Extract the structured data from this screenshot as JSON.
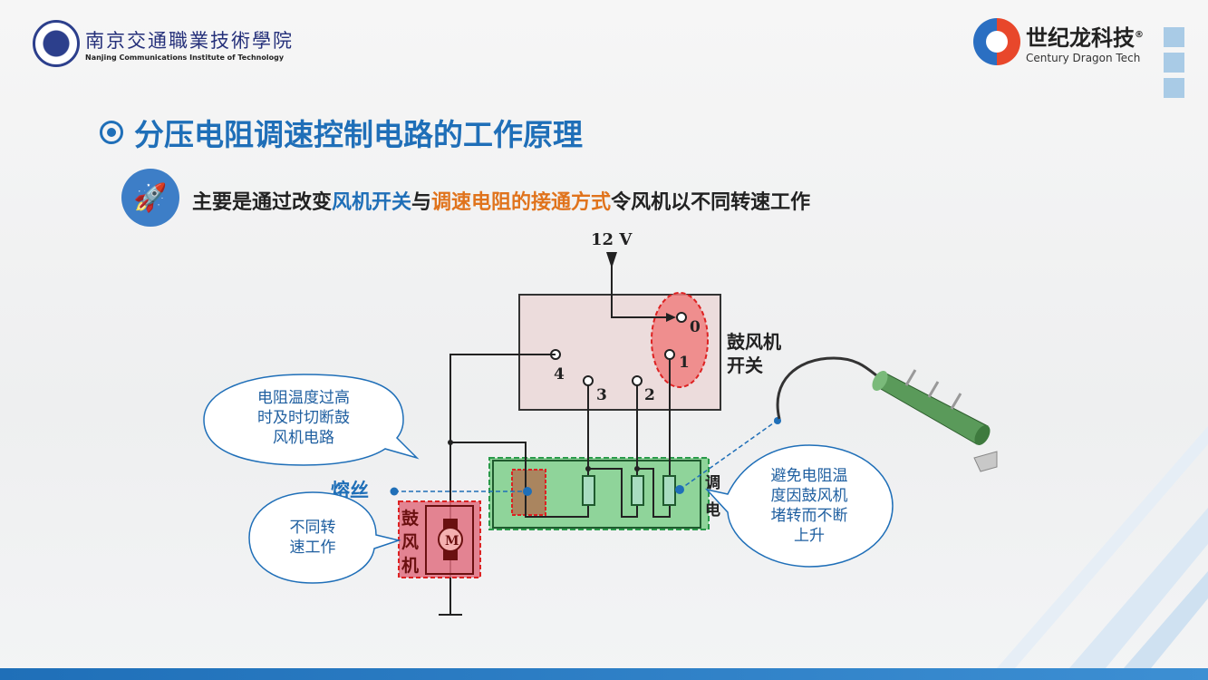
{
  "header": {
    "school_name_cn": "南京交通職業技術學院",
    "school_name_en": "Nanjing Communications Institute of Technology",
    "brand_name_cn": "世纪龙科技",
    "brand_name_en": "Century Dragon Tech",
    "registered_mark": "®"
  },
  "title": "分压电阻调速控制电路的工作原理",
  "subtitle": {
    "part1": "主要是通过改变",
    "highlight1": "风机开关",
    "part2": "与",
    "highlight2": "调速电阻的接通方式",
    "part3": "令风机以不同转速工作"
  },
  "diagram": {
    "voltage": "12 V",
    "switch_label_line1": "鼓风机",
    "switch_label_line2": "开关",
    "terminals": [
      "0",
      "1",
      "2",
      "3",
      "4"
    ],
    "motor_symbol": "M",
    "motor_label": [
      "鼓",
      "风",
      "机"
    ],
    "resistor_label_partial": [
      "调",
      "电"
    ],
    "fuse_label": "熔丝",
    "callout_fuse": [
      "电阻温度过高",
      "时及时切断鼓",
      "风机电路"
    ],
    "callout_motor": [
      "不同转",
      "速工作"
    ],
    "callout_resistor": [
      "避免电阻温",
      "度因鼓风机",
      "堵转而不断",
      "上升"
    ]
  },
  "colors": {
    "accent": "#1f6fb8",
    "highlight": "#e0731c"
  }
}
